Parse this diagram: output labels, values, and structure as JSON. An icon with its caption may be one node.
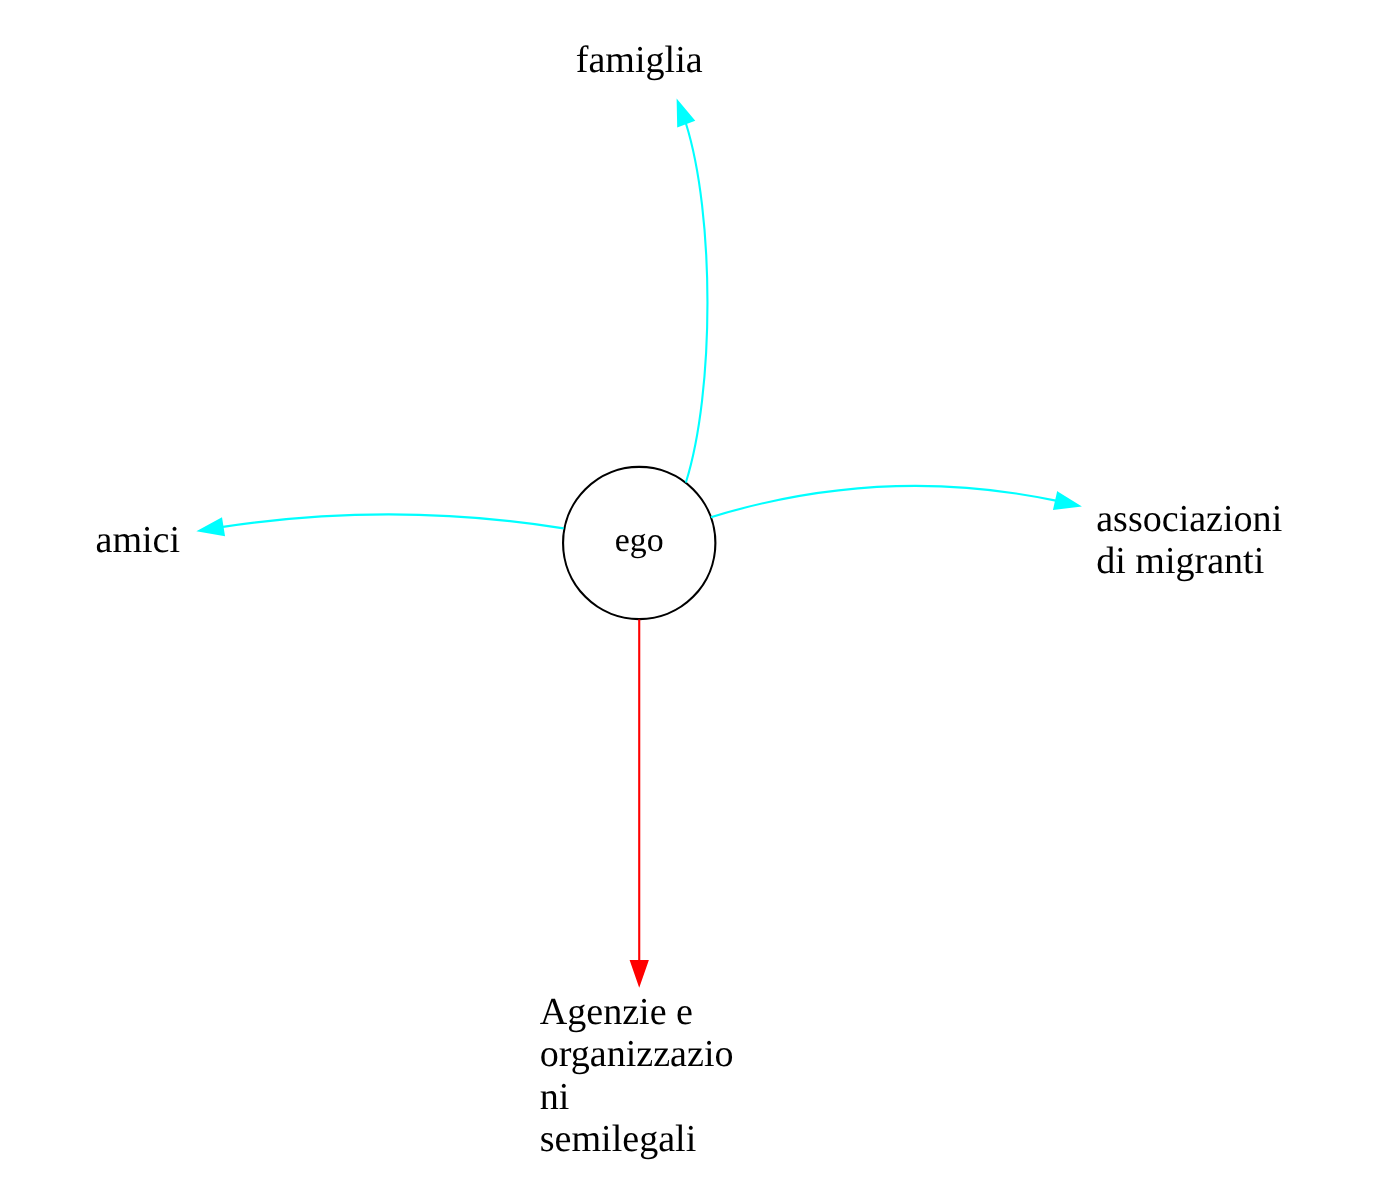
{
  "diagram": {
    "nodes": [
      {
        "text": [
          "famiglia"
        ]
      },
      {
        "text": [
          "amici"
        ]
      },
      {
        "text": [
          "ego"
        ]
      },
      {
        "text": [
          "associazioni di migranti"
        ]
      },
      {
        "text": [
          "Agenzie e organizzazio ni semilegali"
        ]
      }
    ],
    "edges": [
      {
        "from": 2,
        "to": 0,
        "arrow": "to"
      },
      {
        "from": 2,
        "to": 1,
        "arrow": "to"
      },
      {
        "from": 2,
        "to": 3,
        "arrow": "to"
      },
      {
        "from": 2,
        "to": 4,
        "arrow": "to",
        "color": "#ff0000"
      }
    ]
  }
}
